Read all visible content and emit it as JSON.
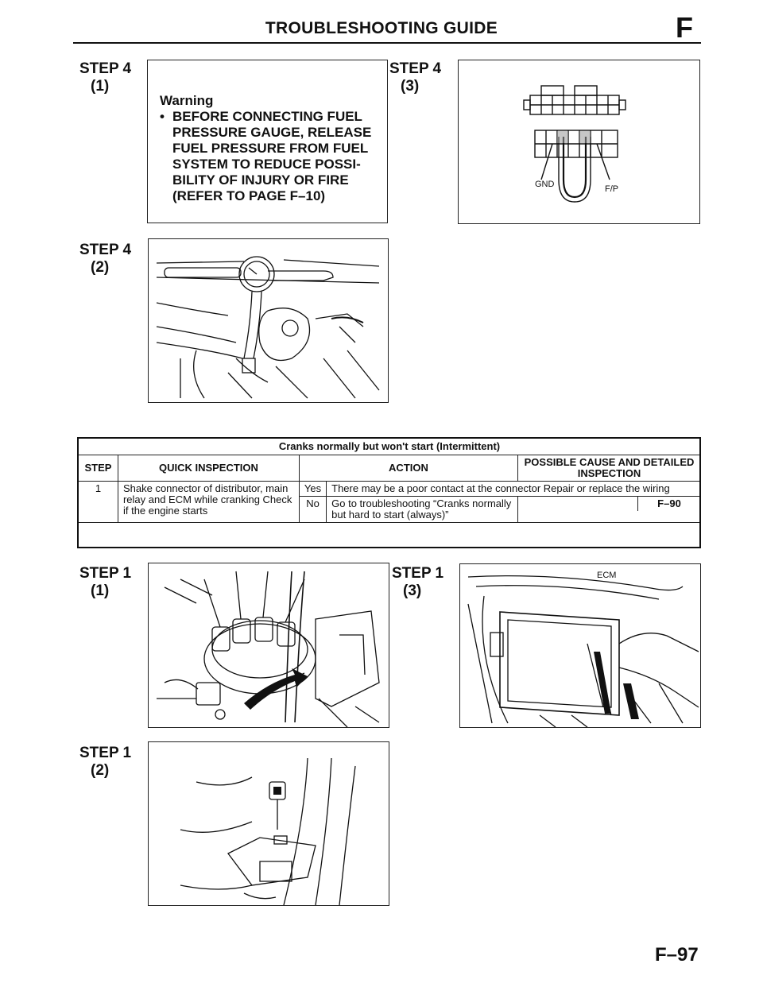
{
  "header": {
    "title": "TROUBLESHOOTING GUIDE",
    "section": "F"
  },
  "steps": {
    "s4_1": {
      "step": "STEP 4",
      "sub": "(1)"
    },
    "s4_2": {
      "step": "STEP 4",
      "sub": "(2)"
    },
    "s4_3": {
      "step": "STEP 4",
      "sub": "(3)"
    },
    "s1_1": {
      "step": "STEP 1",
      "sub": "(1)"
    },
    "s1_2": {
      "step": "STEP 1",
      "sub": "(2)"
    },
    "s1_3": {
      "step": "STEP 1",
      "sub": "(3)"
    }
  },
  "warning": {
    "title": "Warning",
    "bullet": "•",
    "text": "BEFORE CONNECTING FUEL PRESSURE GAUGE, RELEASE FUEL PRESSURE FROM FUEL SYSTEM TO REDUCE POSSI-BILITY OF INJURY OR FIRE (REFER TO PAGE F–10)"
  },
  "figures": {
    "connector": {
      "gnd": "GND",
      "fp": "F/P"
    },
    "ecm": {
      "label": "ECM"
    }
  },
  "table": {
    "caption": "Cranks normally but won't start (Intermittent)",
    "headers": {
      "step": "STEP",
      "quick": "QUICK INSPECTION",
      "action": "ACTION",
      "cause": "POSSIBLE CAUSE AND DETAILED INSPECTION"
    },
    "row": {
      "step": "1",
      "quick": "Shake connector of distributor, main relay and ECM while cranking Check if the engine starts",
      "yes_label": "Yes",
      "yes_action": "There may be a poor contact at the connector Repair or replace the wiring",
      "no_label": "No",
      "no_action": "Go to troubleshooting “Cranks normally but hard to start (always)”",
      "no_ref": "F–90"
    }
  },
  "footer": {
    "page": "F–97"
  }
}
